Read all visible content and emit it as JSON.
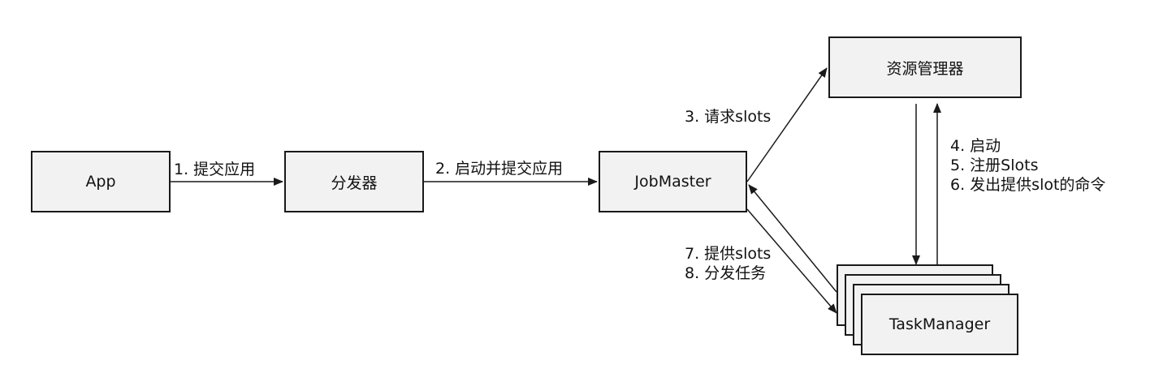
{
  "nodes": {
    "app": "App",
    "dispatcher": "分发器",
    "jobmaster": "JobMaster",
    "resource_manager": "资源管理器",
    "taskmanager": "TaskManager"
  },
  "edges": {
    "submit_app": "1. 提交应用",
    "start_submit": "2. 启动并提交应用",
    "request_slots": "3. 请求slots",
    "rm_tm_lines": [
      "4. 启动",
      "5. 注册Slots",
      "6. 发出提供slot的命令"
    ],
    "tm_jm_lines": [
      "7. 提供slots",
      "8. 分发任务"
    ]
  },
  "colors": {
    "box_fill": "#f2f2f2",
    "stroke": "#1a1a1a"
  }
}
